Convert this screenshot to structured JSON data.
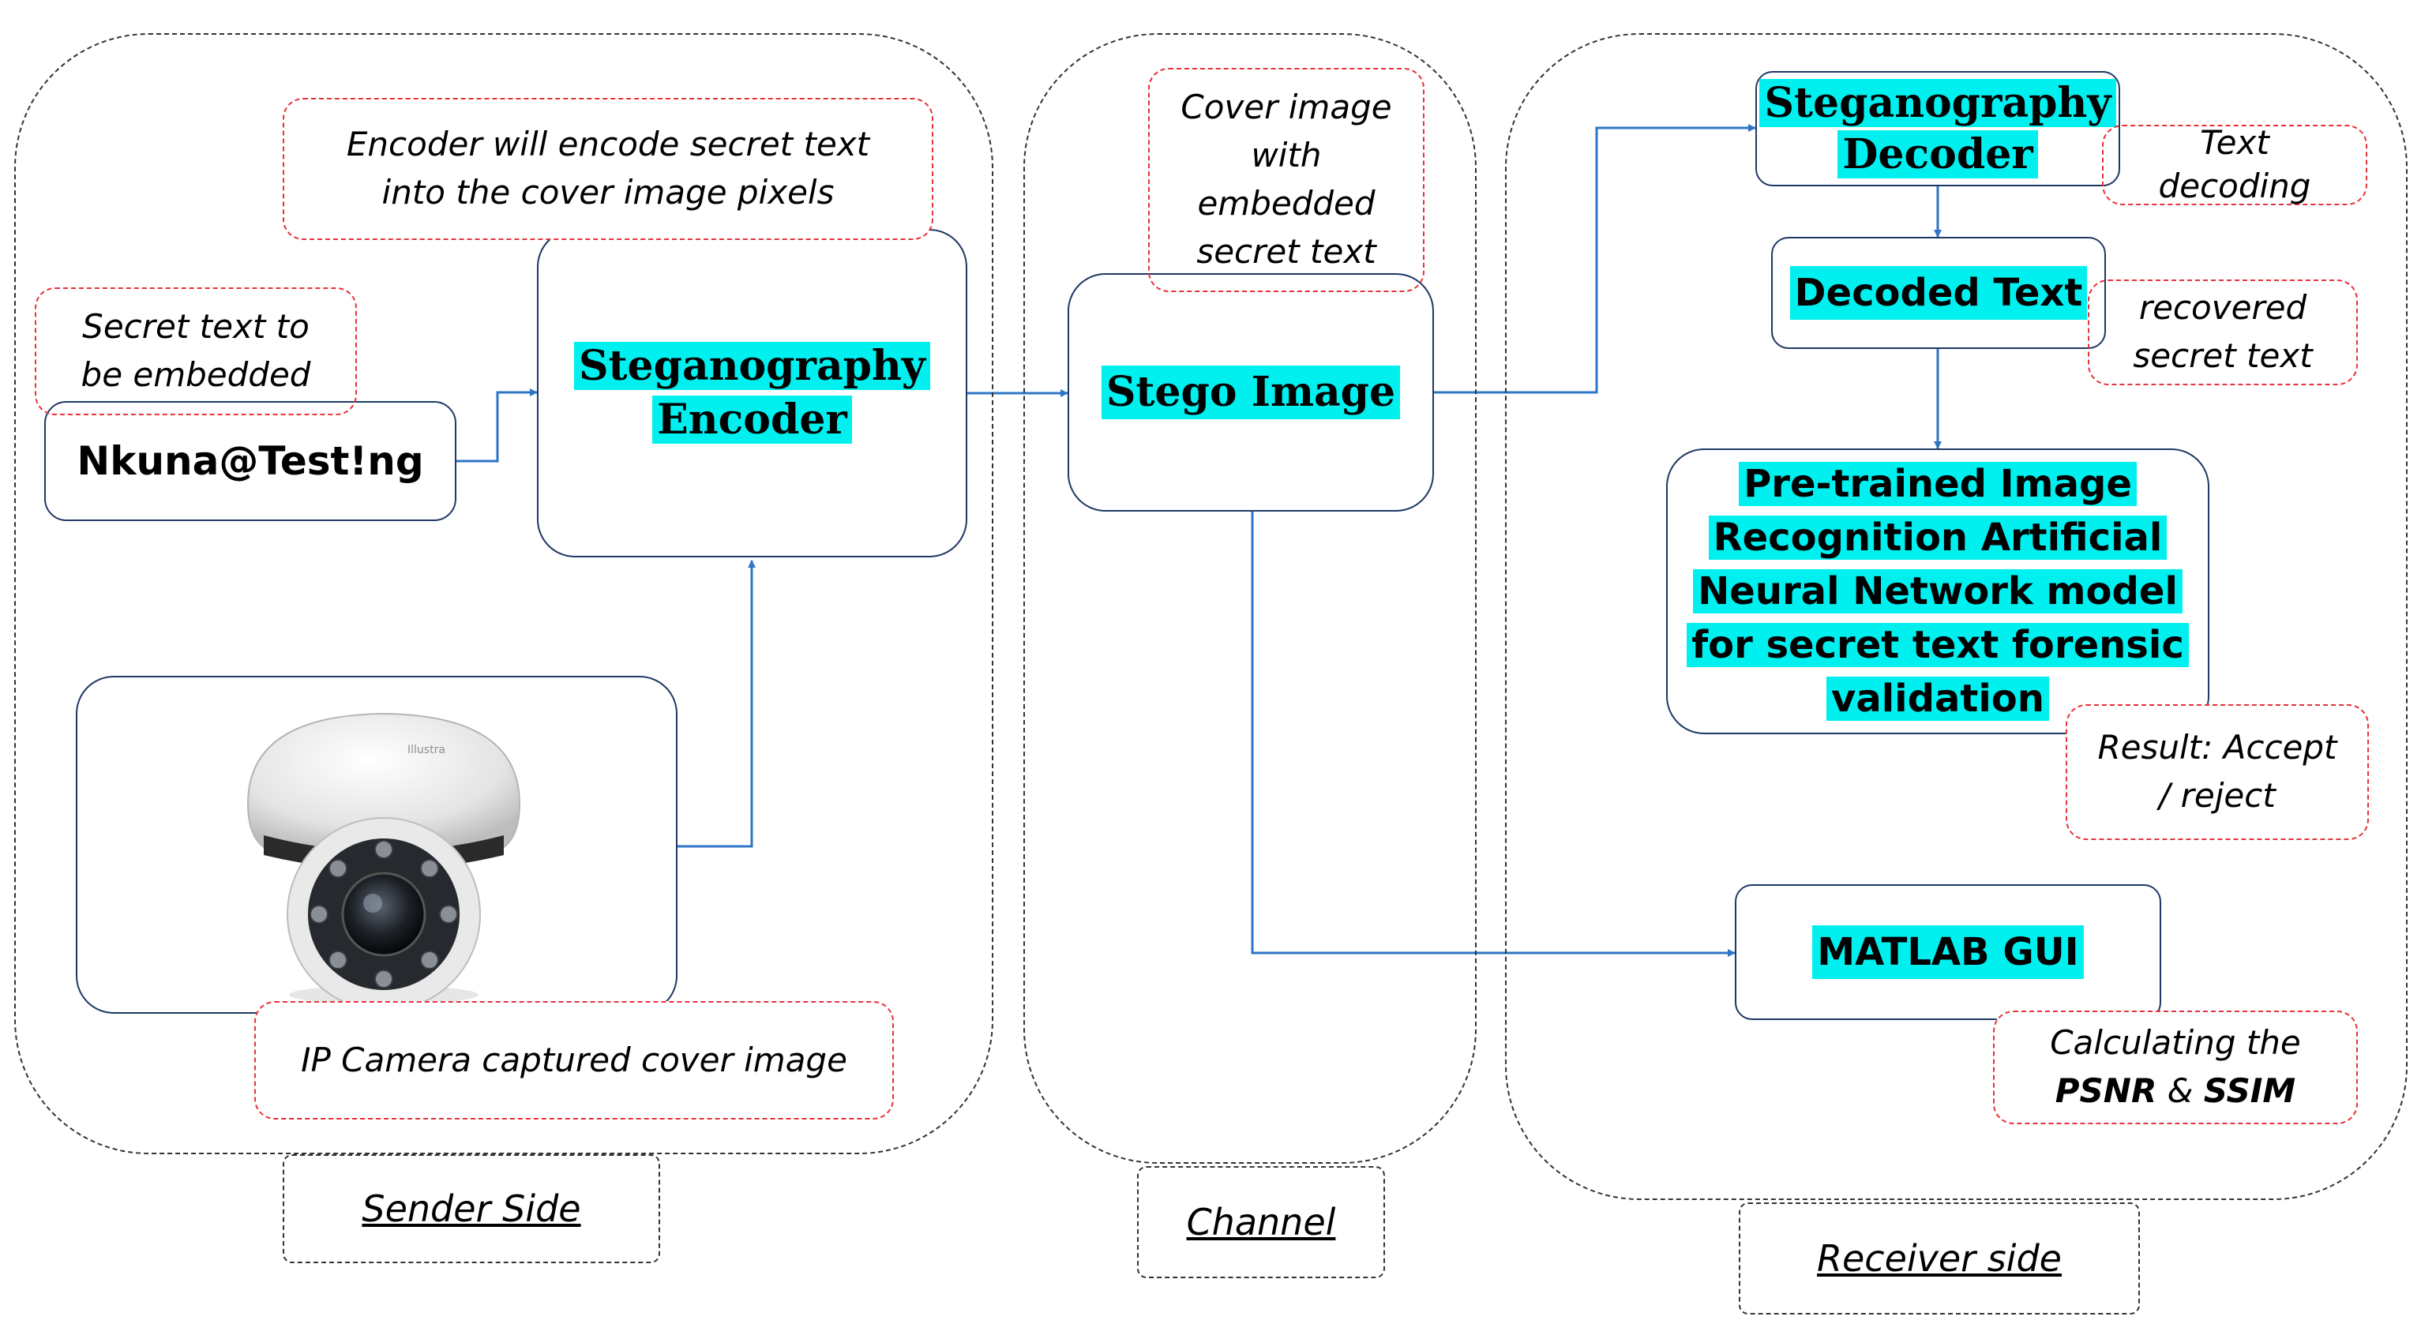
{
  "regions": {
    "sender": {
      "label": "Sender Side"
    },
    "channel": {
      "label": "Channel"
    },
    "receiver": {
      "label": "Receiver side"
    }
  },
  "nodes": {
    "secret_text": "Nkuna@Test!ng",
    "encoder": [
      "Steganography",
      "Encoder"
    ],
    "stego_image": "Stego Image",
    "decoder": [
      "Steganography",
      "Decoder"
    ],
    "decoded_text": "Decoded Text",
    "model": [
      "Pre-trained Image",
      "Recognition Artificial",
      "Neural Network model",
      "for secret text forensic",
      "validation"
    ],
    "matlab_gui": "MATLAB GUI"
  },
  "notes": {
    "secret_text": [
      "Secret text to",
      "be embedded"
    ],
    "encoder": [
      "Encoder will encode secret text",
      "into the cover image pixels"
    ],
    "camera": "IP Camera captured cover image",
    "cover": [
      "Cover image",
      "with",
      "embedded",
      "secret text"
    ],
    "text_decoding": [
      "Text",
      "decoding"
    ],
    "recovered": [
      "recovered",
      "secret text"
    ],
    "result": [
      "Result: Accept",
      "/ reject"
    ],
    "psnr": {
      "line1": "Calculating the",
      "psnr": "PSNR",
      "amp": "&",
      "ssim": "SSIM"
    }
  },
  "camera_image": {
    "brand_mark": "Illustra"
  },
  "colors": {
    "highlight": "#00f0f0",
    "node_border": "#1f3864",
    "note_border": "#e8313a",
    "arrow": "#2e75c5"
  }
}
